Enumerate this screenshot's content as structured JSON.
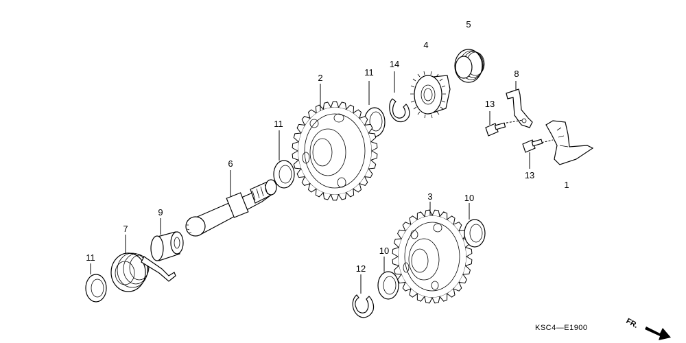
{
  "callouts": [
    {
      "id": "c2",
      "text": "2"
    },
    {
      "id": "c4",
      "text": "4"
    },
    {
      "id": "c5",
      "text": "5"
    },
    {
      "id": "c8",
      "text": "8"
    },
    {
      "id": "c11a",
      "text": "11"
    },
    {
      "id": "c14",
      "text": "14"
    },
    {
      "id": "c13a",
      "text": "13"
    },
    {
      "id": "c11b",
      "text": "11"
    },
    {
      "id": "c6",
      "text": "6"
    },
    {
      "id": "c13b",
      "text": "13"
    },
    {
      "id": "c1",
      "text": "1"
    },
    {
      "id": "c3",
      "text": "3"
    },
    {
      "id": "c10a",
      "text": "10"
    },
    {
      "id": "c9",
      "text": "9"
    },
    {
      "id": "c7",
      "text": "7"
    },
    {
      "id": "c10b",
      "text": "10"
    },
    {
      "id": "c11c",
      "text": "11"
    },
    {
      "id": "c12",
      "text": "12"
    }
  ],
  "diagram_code": "KSC4—E1900",
  "direction_label": "FR."
}
